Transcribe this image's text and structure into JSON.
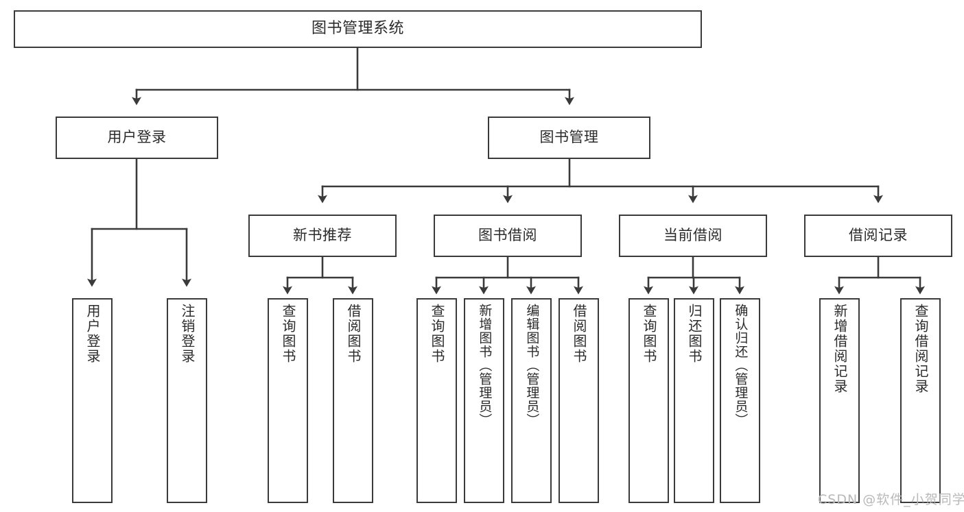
{
  "diagram": {
    "title": "图书管理系统",
    "type": "tree-hierarchy-chart",
    "stroke_color": "#3a3a3a",
    "text_color": "#2b2b2b",
    "background_color": "#ffffff"
  },
  "nodes": {
    "root": {
      "label": "图书管理系统"
    },
    "level2": [
      {
        "label": "用户登录"
      },
      {
        "label": "图书管理"
      }
    ],
    "level3": [
      {
        "label": "新书推荐"
      },
      {
        "label": "图书借阅"
      },
      {
        "label": "当前借阅"
      },
      {
        "label": "借阅记录"
      }
    ],
    "leaves": {
      "user_login": [
        {
          "label": "用户登录"
        },
        {
          "label": "注销登录"
        }
      ],
      "new_book_recommend": [
        {
          "label": "查询图书"
        },
        {
          "label": "借阅图书"
        }
      ],
      "book_borrow": [
        {
          "label": "查询图书"
        },
        {
          "label": "新增图书（管理员）"
        },
        {
          "label": "编辑图书（管理员）"
        },
        {
          "label": "借阅图书"
        }
      ],
      "current_borrow": [
        {
          "label": "查询图书"
        },
        {
          "label": "归还图书"
        },
        {
          "label": "确认归还（管理员）"
        }
      ],
      "borrow_record": [
        {
          "label": "新增借阅记录"
        },
        {
          "label": "查询借阅记录"
        }
      ]
    }
  },
  "watermark": {
    "text": "CSDN @软件_小贺同学"
  }
}
